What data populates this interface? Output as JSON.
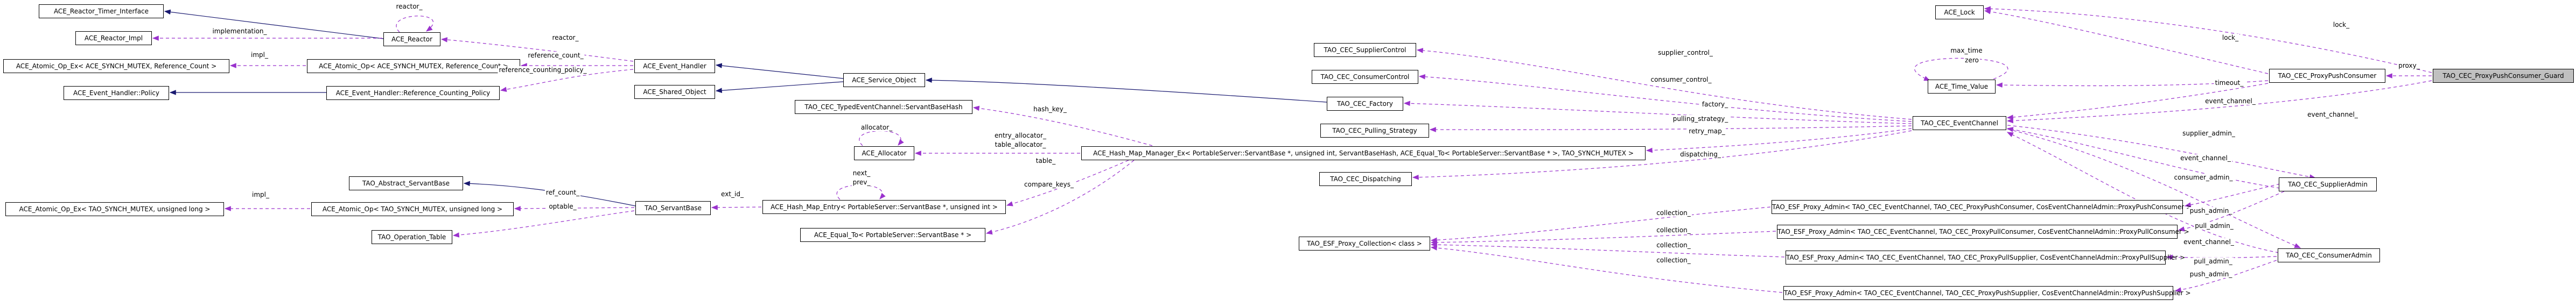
{
  "diagram": {
    "type": "uml-collaboration-graph",
    "subject": "TAO_CEC_ProxyPushConsumer_Guard",
    "colors": {
      "background": "#ffffff",
      "node_border": "#000000",
      "node_fill": "#ffffff",
      "subject_node_fill": "#c0c0c0",
      "inheritance_edge": "#191970",
      "usage_edge": "#9a32cd"
    },
    "nodes": [
      {
        "id": "ace-reactor-timer-interface",
        "label": "ACE_Reactor_Timer_Interface"
      },
      {
        "id": "ace-reactor-impl",
        "label": "ACE_Reactor_Impl"
      },
      {
        "id": "ace-atomic-op-ex-ace-synch",
        "label": "ACE_Atomic_Op_Ex< ACE_SYNCH_MUTEX, Reference_Count >"
      },
      {
        "id": "ace-event-handler-policy",
        "label": "ACE_Event_Handler::Policy"
      },
      {
        "id": "ace-reactor",
        "label": "ACE_Reactor"
      },
      {
        "id": "ace-atomic-op-ace-synch",
        "label": "ACE_Atomic_Op< ACE_SYNCH_MUTEX, Reference_Count >"
      },
      {
        "id": "ace-event-handler-ref-counting-policy",
        "label": "ACE_Event_Handler::Reference_Counting_Policy"
      },
      {
        "id": "ace-event-handler",
        "label": "ACE_Event_Handler"
      },
      {
        "id": "ace-shared-object",
        "label": "ACE_Shared_Object"
      },
      {
        "id": "ace-service-object",
        "label": "ACE_Service_Object"
      },
      {
        "id": "servant-base-hash",
        "label": "TAO_CEC_TypedEventChannel::ServantBaseHash"
      },
      {
        "id": "ace-allocator",
        "label": "ACE_Allocator"
      },
      {
        "id": "ace-hash-map-entry",
        "label": "ACE_Hash_Map_Entry< PortableServer::ServantBase *, unsigned int >"
      },
      {
        "id": "ace-equal-to",
        "label": "ACE_Equal_To< PortableServer::ServantBase * >"
      },
      {
        "id": "tao-abstract-servantbase",
        "label": "TAO_Abstract_ServantBase"
      },
      {
        "id": "ace-atomic-op-tao-synch",
        "label": "ACE_Atomic_Op< TAO_SYNCH_MUTEX, unsigned long >"
      },
      {
        "id": "ace-atomic-op-ex-tao-synch",
        "label": "ACE_Atomic_Op_Ex< TAO_SYNCH_MUTEX, unsigned long >"
      },
      {
        "id": "tao-operation-table",
        "label": "TAO_Operation_Table"
      },
      {
        "id": "tao-servantbase",
        "label": "TAO_ServantBase"
      },
      {
        "id": "ace-hash-map-manager-ex",
        "label": "ACE_Hash_Map_Manager_Ex< PortableServer::ServantBase *, unsigned int, ServantBaseHash, ACE_Equal_To< PortableServer::ServantBase * >, TAO_SYNCH_MUTEX >"
      },
      {
        "id": "tao-cec-suppliercontrol",
        "label": "TAO_CEC_SupplierControl"
      },
      {
        "id": "tao-cec-consumercontrol",
        "label": "TAO_CEC_ConsumerControl"
      },
      {
        "id": "tao-cec-factory",
        "label": "TAO_CEC_Factory"
      },
      {
        "id": "tao-cec-pulling-strategy",
        "label": "TAO_CEC_Pulling_Strategy"
      },
      {
        "id": "tao-cec-dispatching",
        "label": "TAO_CEC_Dispatching"
      },
      {
        "id": "tao-esf-proxy-collection",
        "label": "TAO_ESF_Proxy_Collection< class >"
      },
      {
        "id": "tao-esf-proxy-admin-pushconsumer",
        "label": "TAO_ESF_Proxy_Admin< TAO_CEC_EventChannel, TAO_CEC_ProxyPushConsumer, CosEventChannelAdmin::ProxyPushConsumer >"
      },
      {
        "id": "tao-esf-proxy-admin-pullconsumer",
        "label": "TAO_ESF_Proxy_Admin< TAO_CEC_EventChannel, TAO_CEC_ProxyPullConsumer, CosEventChannelAdmin::ProxyPullConsumer >"
      },
      {
        "id": "tao-esf-proxy-admin-pullsupplier",
        "label": "TAO_ESF_Proxy_Admin< TAO_CEC_EventChannel, TAO_CEC_ProxyPullSupplier, CosEventChannelAdmin::ProxyPullSupplier >"
      },
      {
        "id": "tao-esf-proxy-admin-pushsupplier",
        "label": "TAO_ESF_Proxy_Admin< TAO_CEC_EventChannel, TAO_CEC_ProxyPushSupplier, CosEventChannelAdmin::ProxyPushSupplier >"
      },
      {
        "id": "ace-lock",
        "label": "ACE_Lock"
      },
      {
        "id": "ace-time-value",
        "label": "ACE_Time_Value"
      },
      {
        "id": "tao-cec-eventchannel",
        "label": "TAO_CEC_EventChannel"
      },
      {
        "id": "tao-cec-supplieradmin",
        "label": "TAO_CEC_SupplierAdmin"
      },
      {
        "id": "tao-cec-consumeradmin",
        "label": "TAO_CEC_ConsumerAdmin"
      },
      {
        "id": "tao-cec-proxypushconsumer",
        "label": "TAO_CEC_ProxyPushConsumer"
      },
      {
        "id": "tao-cec-proxypushconsumer-guard",
        "label": "TAO_CEC_ProxyPushConsumer_Guard"
      }
    ],
    "edge_labels": [
      {
        "text": "reactor_"
      },
      {
        "text": "implementation_"
      },
      {
        "text": "impl_"
      },
      {
        "text": "reactor_"
      },
      {
        "text": "reference_count_"
      },
      {
        "text": "reference_counting_policy_"
      },
      {
        "text": "hash_key_"
      },
      {
        "text": "allocator_"
      },
      {
        "text": "entry_allocator_"
      },
      {
        "text": "table_allocator_"
      },
      {
        "text": "table_"
      },
      {
        "text": "next_"
      },
      {
        "text": "prev_"
      },
      {
        "text": "compare_keys_"
      },
      {
        "text": "ext_id_"
      },
      {
        "text": "ref_count_"
      },
      {
        "text": "optable_"
      },
      {
        "text": "impl_"
      },
      {
        "text": "supplier_control_"
      },
      {
        "text": "consumer_control_"
      },
      {
        "text": "factory_"
      },
      {
        "text": "pulling_strategy_"
      },
      {
        "text": "retry_map_"
      },
      {
        "text": "dispatching_"
      },
      {
        "text": "max_time"
      },
      {
        "text": "zero"
      },
      {
        "text": "lock_"
      },
      {
        "text": "lock_"
      },
      {
        "text": "proxy_"
      },
      {
        "text": "timeout_"
      },
      {
        "text": "event_channel_"
      },
      {
        "text": "event_channel_"
      },
      {
        "text": "supplier_admin_"
      },
      {
        "text": "event_channel_"
      },
      {
        "text": "consumer_admin_"
      },
      {
        "text": "push_admin_"
      },
      {
        "text": "pull_admin_"
      },
      {
        "text": "event_channel_"
      },
      {
        "text": "pull_admin_"
      },
      {
        "text": "push_admin_"
      },
      {
        "text": "collection_"
      },
      {
        "text": "collection_"
      },
      {
        "text": "collection_"
      },
      {
        "text": "collection_"
      }
    ]
  }
}
